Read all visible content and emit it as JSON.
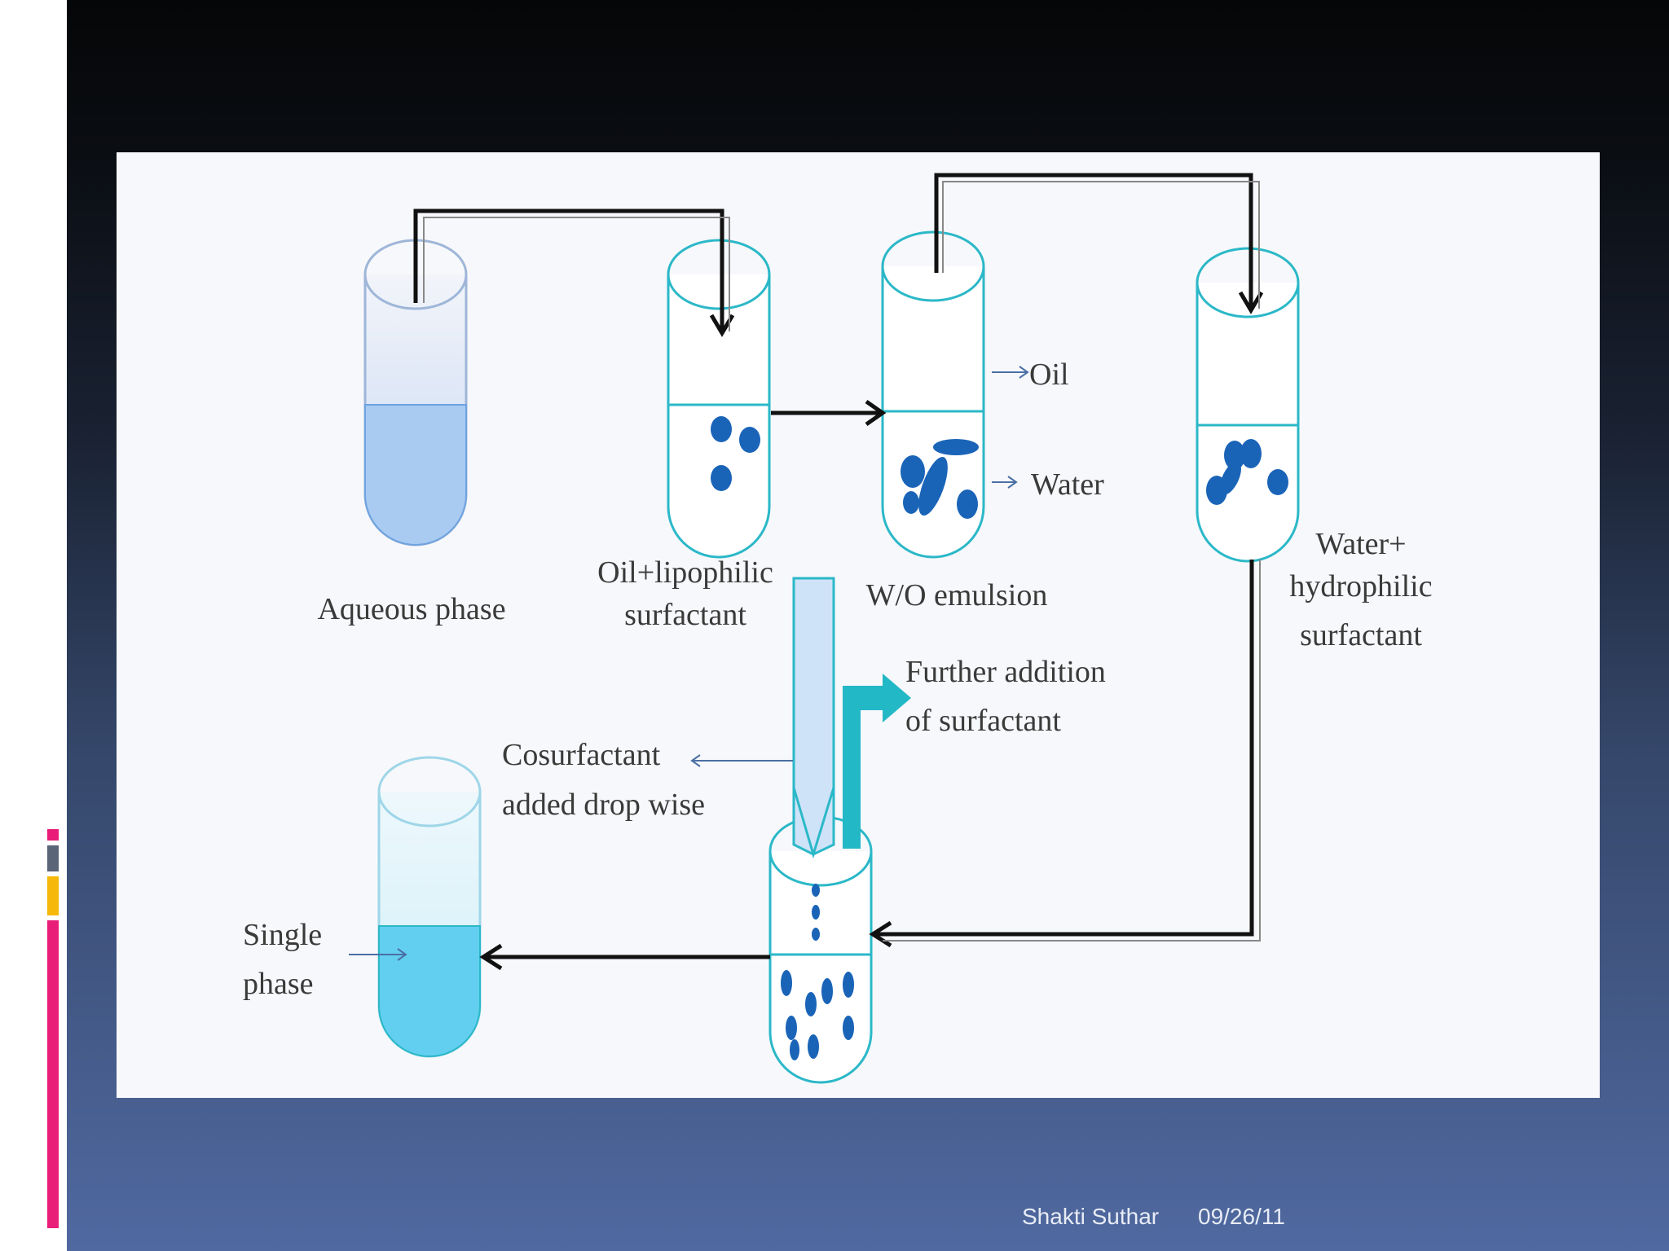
{
  "diagram": {
    "labels": {
      "aqueous_phase": "Aqueous phase",
      "oil_lipophilic_1": "Oil+lipophilic",
      "oil_lipophilic_2": "surfactant",
      "wo_emulsion": "W/O emulsion",
      "oil": "Oil",
      "water": "Water",
      "water_hydrophilic_1": "Water+",
      "water_hydrophilic_2": "hydrophilic",
      "water_hydrophilic_3": "surfactant",
      "further_addition_1": "Further addition",
      "further_addition_2": "of surfactant",
      "cosurfactant_1": "Cosurfactant",
      "cosurfactant_2": "added drop wise",
      "single_phase_1": "Single",
      "single_phase_2": "phase"
    }
  },
  "footer": {
    "author": "Shakti Suthar",
    "date": "09/26/11"
  },
  "colors": {
    "tube_outline": "#2bb8c8",
    "droplet": "#1a64b8",
    "arrow": "#111111",
    "teal_arrow": "#22b8c6",
    "accent_pink": "#e91e78",
    "accent_yellow": "#f6b80a",
    "accent_gray": "#5a6577"
  }
}
